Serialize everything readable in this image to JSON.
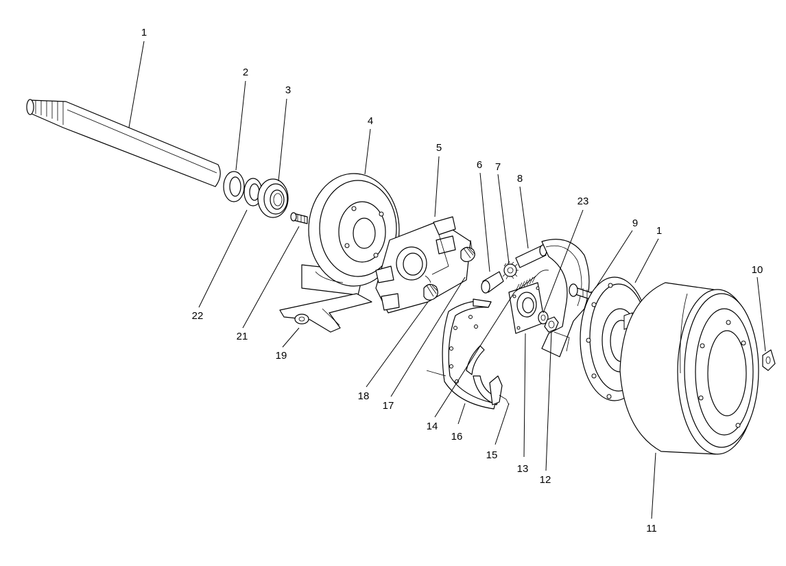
{
  "diagram": {
    "callouts": [
      {
        "id": "c1a",
        "text": "1"
      },
      {
        "id": "c2",
        "text": "2"
      },
      {
        "id": "c3",
        "text": "3"
      },
      {
        "id": "c4",
        "text": "4"
      },
      {
        "id": "c5",
        "text": "5"
      },
      {
        "id": "c6",
        "text": "6"
      },
      {
        "id": "c7",
        "text": "7"
      },
      {
        "id": "c8",
        "text": "8"
      },
      {
        "id": "c23",
        "text": "23"
      },
      {
        "id": "c9",
        "text": "9"
      },
      {
        "id": "c1b",
        "text": "1"
      },
      {
        "id": "c10",
        "text": "10"
      },
      {
        "id": "c22",
        "text": "22"
      },
      {
        "id": "c21",
        "text": "21"
      },
      {
        "id": "c19",
        "text": "19"
      },
      {
        "id": "c18",
        "text": "18"
      },
      {
        "id": "c17",
        "text": "17"
      },
      {
        "id": "c14",
        "text": "14"
      },
      {
        "id": "c16",
        "text": "16"
      },
      {
        "id": "c15",
        "text": "15"
      },
      {
        "id": "c13",
        "text": "13"
      },
      {
        "id": "c12",
        "text": "12"
      },
      {
        "id": "c11",
        "text": "11"
      }
    ]
  }
}
